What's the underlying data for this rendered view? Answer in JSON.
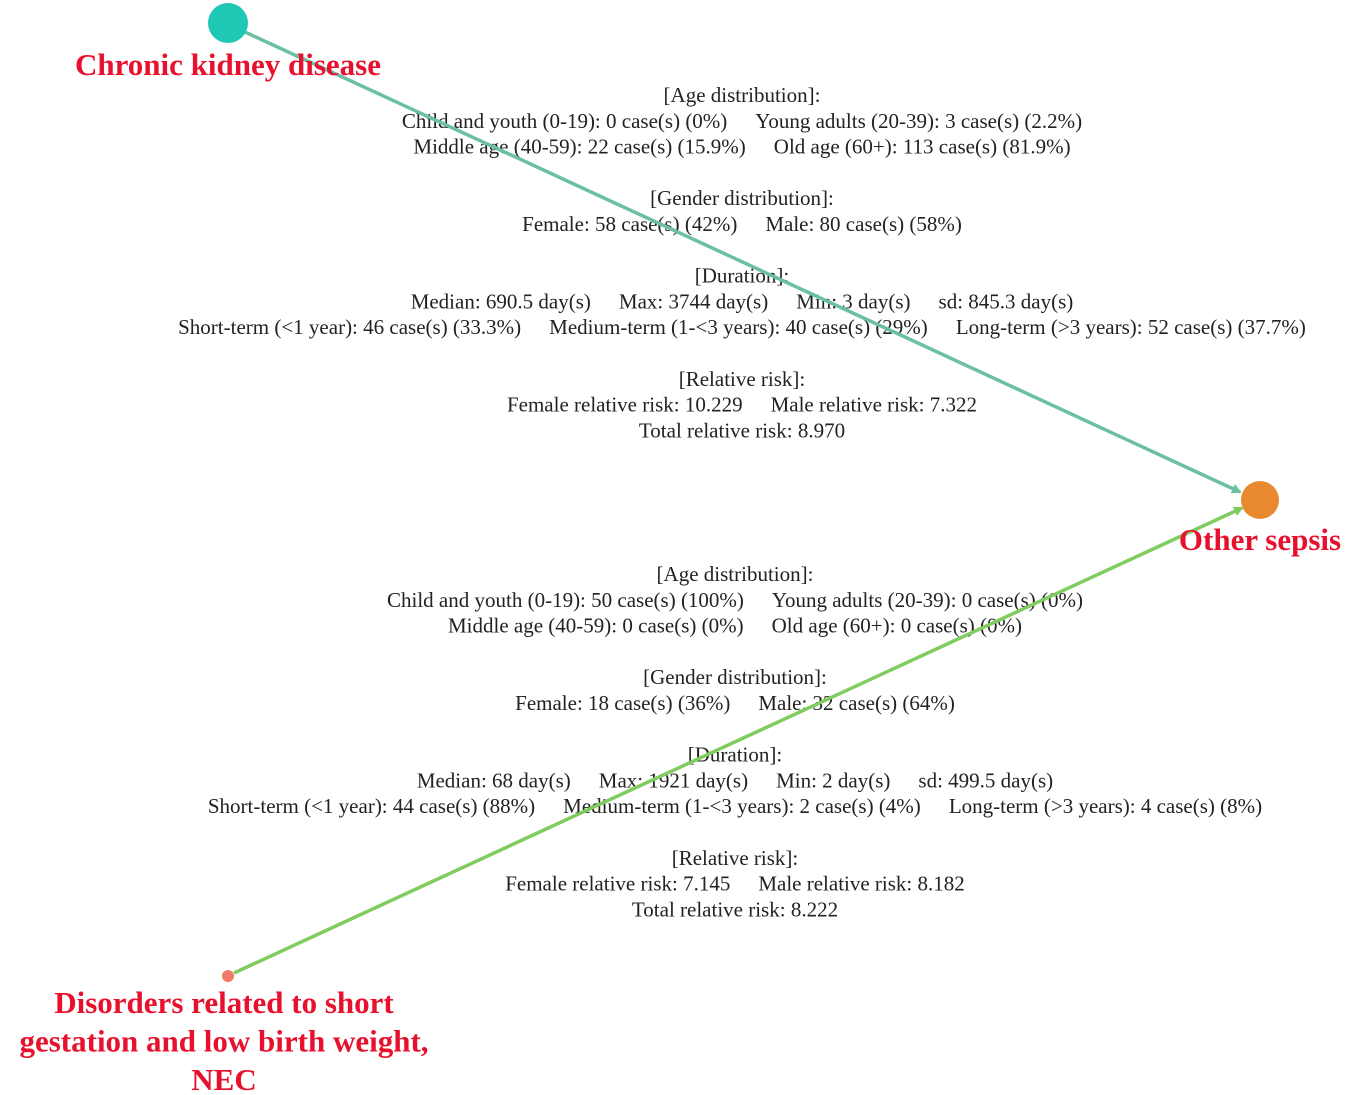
{
  "colors": {
    "label": "#e8112d",
    "edge1": "#6cc0a2",
    "edge2": "#80cc5e"
  },
  "nodes": [
    {
      "id": "ckd",
      "label_lines": [
        "Chronic kidney disease"
      ],
      "color": "#1fc8b4"
    },
    {
      "id": "sepsis",
      "label_lines": [
        "Other sepsis"
      ],
      "color": "#e8892f"
    },
    {
      "id": "short_gestation",
      "label_lines": [
        "Disorders related to short",
        "gestation and low birth weight,",
        "NEC"
      ],
      "color": "#f07a6a"
    }
  ],
  "edges": [
    {
      "from": "ckd",
      "to": "sepsis",
      "info": [
        [
          "[Age distribution]:"
        ],
        [
          "Child and youth (0-19): 0 case(s) (0%)",
          "Young adults (20-39): 3 case(s) (2.2%)"
        ],
        [
          "Middle age (40-59): 22 case(s) (15.9%)",
          "Old age (60+): 113 case(s) (81.9%)"
        ],
        [],
        [
          "[Gender distribution]:"
        ],
        [
          "Female: 58 case(s) (42%)",
          "Male: 80 case(s) (58%)"
        ],
        [],
        [
          "[Duration]:"
        ],
        [
          "Median: 690.5 day(s)",
          "Max: 3744 day(s)",
          "Min: 3 day(s)",
          "sd: 845.3 day(s)"
        ],
        [
          "Short-term (<1 year): 46 case(s) (33.3%)",
          "Medium-term (1-<3 years): 40 case(s) (29%)",
          "Long-term (>3 years): 52 case(s) (37.7%)"
        ],
        [],
        [
          "[Relative risk]:"
        ],
        [
          "Female relative risk: 10.229",
          "Male relative risk: 7.322"
        ],
        [
          "Total relative risk: 8.970"
        ]
      ]
    },
    {
      "from": "short_gestation",
      "to": "sepsis",
      "info": [
        [
          "[Age distribution]:"
        ],
        [
          "Child and youth (0-19): 50 case(s) (100%)",
          "Young adults (20-39): 0 case(s) (0%)"
        ],
        [
          "Middle age (40-59): 0 case(s) (0%)",
          "Old age (60+): 0 case(s) (0%)"
        ],
        [],
        [
          "[Gender distribution]:"
        ],
        [
          "Female: 18 case(s) (36%)",
          "Male: 32 case(s) (64%)"
        ],
        [],
        [
          "[Duration]:"
        ],
        [
          "Median: 68 day(s)",
          "Max: 1921 day(s)",
          "Min: 2 day(s)",
          "sd: 499.5 day(s)"
        ],
        [
          "Short-term (<1 year): 44 case(s) (88%)",
          "Medium-term (1-<3 years): 2 case(s) (4%)",
          "Long-term (>3 years): 4 case(s) (8%)"
        ],
        [],
        [
          "[Relative risk]:"
        ],
        [
          "Female relative risk: 7.145",
          "Male relative risk: 8.182"
        ],
        [
          "Total relative risk: 8.222"
        ]
      ]
    }
  ]
}
